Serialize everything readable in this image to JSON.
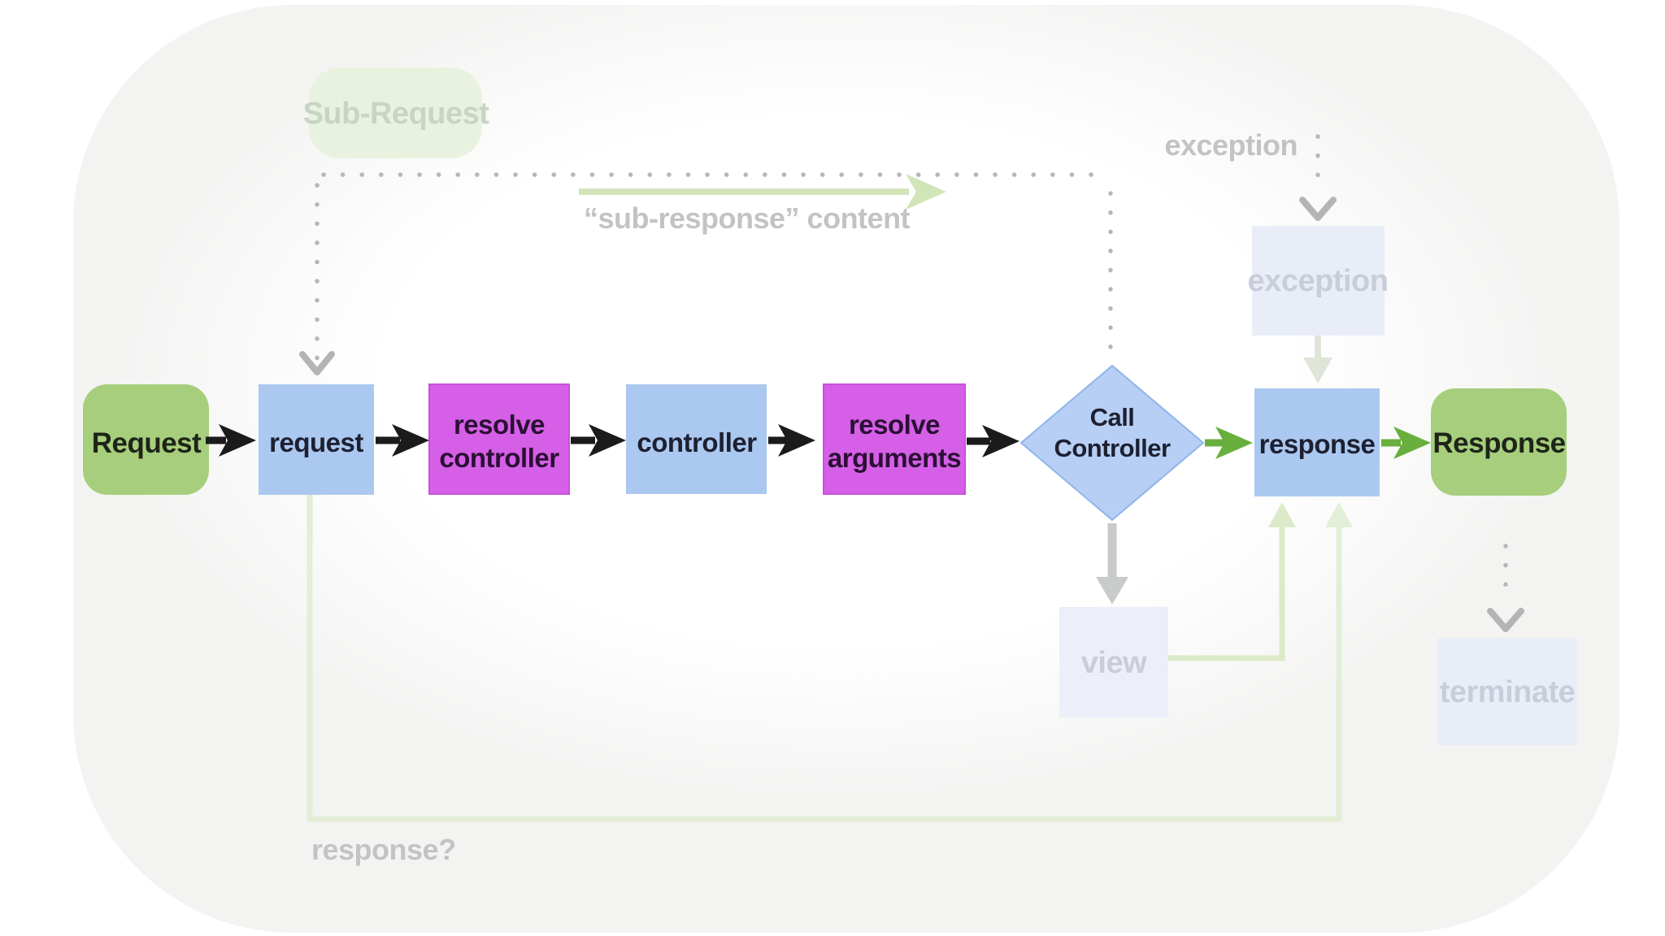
{
  "diagram": {
    "type": "flowchart",
    "nodes": {
      "request_start": {
        "label": "Request"
      },
      "request": {
        "label": "request"
      },
      "resolve_controller": {
        "line1": "resolve",
        "line2": "controller"
      },
      "controller": {
        "label": "controller"
      },
      "resolve_arguments": {
        "line1": "resolve",
        "line2": "arguments"
      },
      "call_controller": {
        "line1": "Call",
        "line2": "Controller"
      },
      "response": {
        "label": "response"
      },
      "response_end": {
        "label": "Response"
      },
      "sub_request": {
        "label": "Sub-Request"
      },
      "exception_box": {
        "label": "exception"
      },
      "view": {
        "label": "view"
      },
      "terminate": {
        "label": "terminate"
      }
    },
    "annotations": {
      "exception_event": "exception",
      "sub_response": "“sub-response” content",
      "response_question": "response?"
    },
    "edges": [
      {
        "from": "Request",
        "to": "request",
        "style": "solid-black"
      },
      {
        "from": "request",
        "to": "resolve controller",
        "style": "solid-black"
      },
      {
        "from": "resolve controller",
        "to": "controller",
        "style": "solid-black"
      },
      {
        "from": "controller",
        "to": "resolve arguments",
        "style": "solid-black"
      },
      {
        "from": "resolve arguments",
        "to": "Call Controller",
        "style": "solid-black"
      },
      {
        "from": "Call Controller",
        "to": "response",
        "style": "solid-green"
      },
      {
        "from": "response",
        "to": "Response",
        "style": "solid-green"
      },
      {
        "from": "Sub-Request",
        "to": "request",
        "style": "dotted-gray"
      },
      {
        "from": "Sub-Request",
        "to": "Call Controller",
        "style": "dotted-gray"
      },
      {
        "from": "Call Controller",
        "to": "sub-response content",
        "style": "faded-green-arrow"
      },
      {
        "from": "exception",
        "to": "exception handler",
        "style": "dotted-gray"
      },
      {
        "from": "exception handler",
        "to": "response",
        "style": "faded-green"
      },
      {
        "from": "Call Controller",
        "to": "view",
        "style": "solid-gray"
      },
      {
        "from": "view",
        "to": "response",
        "style": "faded-green"
      },
      {
        "from": "request",
        "to": "response",
        "style": "faded-green",
        "label": "response?"
      },
      {
        "from": "Response",
        "to": "terminate",
        "style": "dotted-gray"
      }
    ],
    "colors": {
      "terminal_green": "#a7ce7c",
      "process_blue": "#abc8f0",
      "decision_blue": "#b7cff4",
      "resolver_magenta": "#d65fe7",
      "faded_box_blue": "#e9edf7",
      "faded_box_green": "#e9f2df",
      "arrow_black": "#1b1b1b",
      "arrow_green": "#68af3d",
      "arrow_gray": "#c9cbcb",
      "arrow_faded_green": "#dceac9",
      "dotted_gray": "#b7b7b7",
      "label_gray": "#c2c4c3",
      "faded_label_blue": "#c8cdd9",
      "faded_label_green": "#c8d4c4"
    }
  }
}
